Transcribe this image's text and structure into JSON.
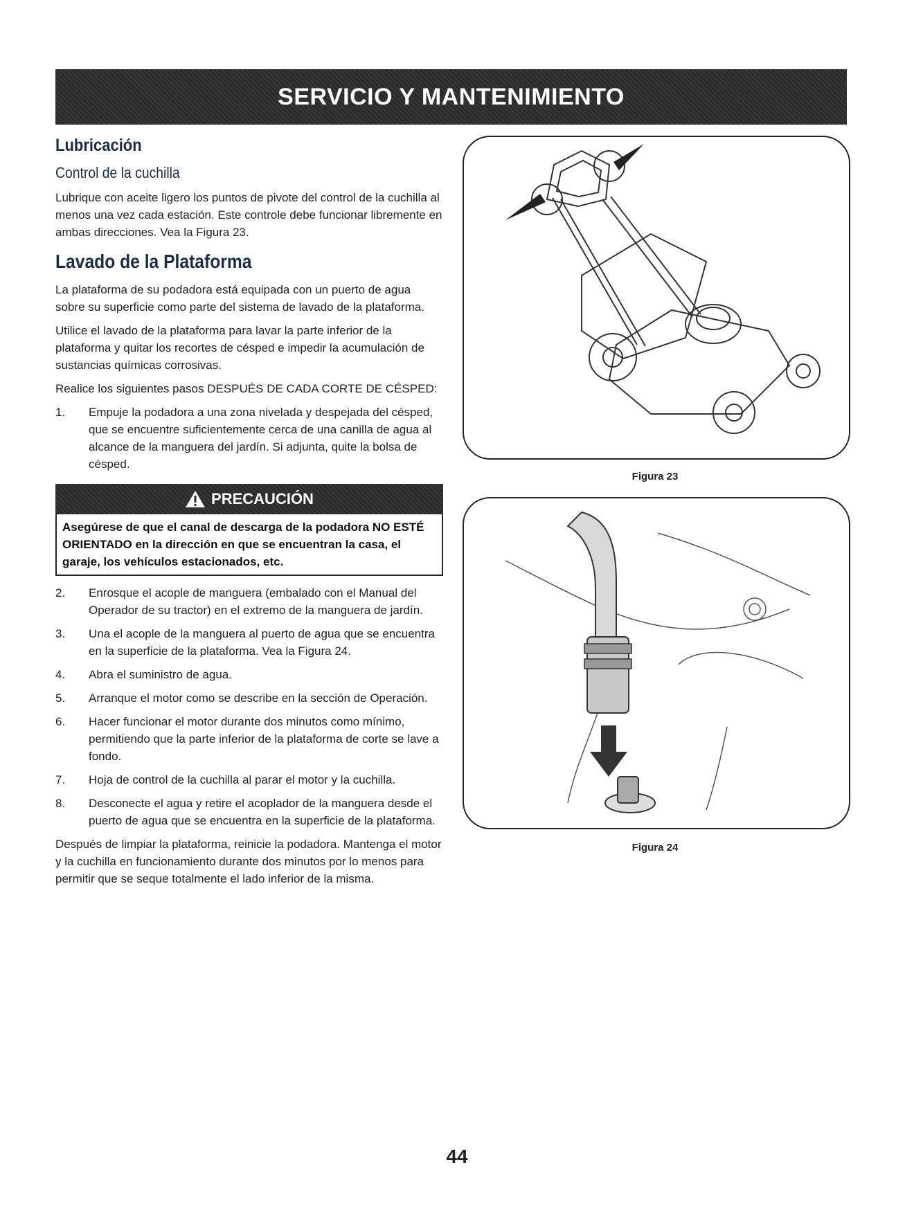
{
  "header": {
    "title": "SERVICIO Y MANTENIMIENTO"
  },
  "sections": {
    "lubrication_title": "Lubricación",
    "blade_control_title": "Control de la cuchilla",
    "blade_control_text": "Lubrique con aceite ligero los puntos de pivote del control de la cuchilla al menos una vez cada estación. Este controle debe funcionar libremente en ambas direcciones. Vea la Figura 23.",
    "deck_wash_title": "Lavado de la Plataforma",
    "deck_wash_p1": "La plataforma de su podadora está equipada con un puerto de agua sobre su superficie como parte del sistema de lavado de la plataforma.",
    "deck_wash_p2": "Utilice el lavado de la plataforma para lavar la parte inferior de la plataforma y quitar los recortes de césped e impedir la acumulación de sustancias químicas corrosivas.",
    "deck_wash_p3": "Realice los siguientes pasos DESPUÉS DE CADA CORTE DE CÉSPED:"
  },
  "steps_before": [
    {
      "num": "1.",
      "text": "Empuje la podadora a una zona nivelada y despejada del césped, que se encuentre suficientemente cerca de una canilla de agua al alcance de la manguera del jardín. Si adjunta, quite la bolsa de césped."
    }
  ],
  "caution": {
    "title": "PRECAUCIÓN",
    "text": "Asegúrese de que el canal de descarga de la podadora NO ESTÉ ORIENTADO en la dirección en que se encuentran la casa, el garaje, los vehículos estacionados, etc."
  },
  "steps_after": [
    {
      "num": "2.",
      "text": "Enrosque el acople de manguera (embalado con el Manual del Operador de su tractor) en el extremo de la manguera de jardín."
    },
    {
      "num": "3.",
      "text": "Una el acople de la manguera al puerto de agua que se encuentra en la superficie de la plataforma. Vea la Figura 24."
    },
    {
      "num": "4.",
      "text": "Abra el suministro de agua."
    },
    {
      "num": "5.",
      "text": "Arranque el motor como se describe en la sección de Operación."
    },
    {
      "num": "6.",
      "text": "Hacer funcionar el motor durante dos minutos como mínimo, permitiendo que la parte inferior de la plataforma de corte se lave a fondo."
    },
    {
      "num": "7.",
      "text": "Hoja de control de la cuchilla al parar el motor y la cuchilla."
    },
    {
      "num": "8.",
      "text": "Desconecte el agua y retire el acoplador de la manguera desde el puerto de agua que se encuentra en la superficie de la plataforma."
    }
  ],
  "closing": "Después de limpiar la plataforma, reinicie la podadora. Mantenga el motor y la cuchilla en funcionamiento durante dos minutos por lo menos para permitir que se seque totalmente el lado inferior de la misma.",
  "figures": {
    "fig23_caption": "Figura 23",
    "fig24_caption": "Figura 24"
  },
  "footer": {
    "page_number": "44"
  }
}
